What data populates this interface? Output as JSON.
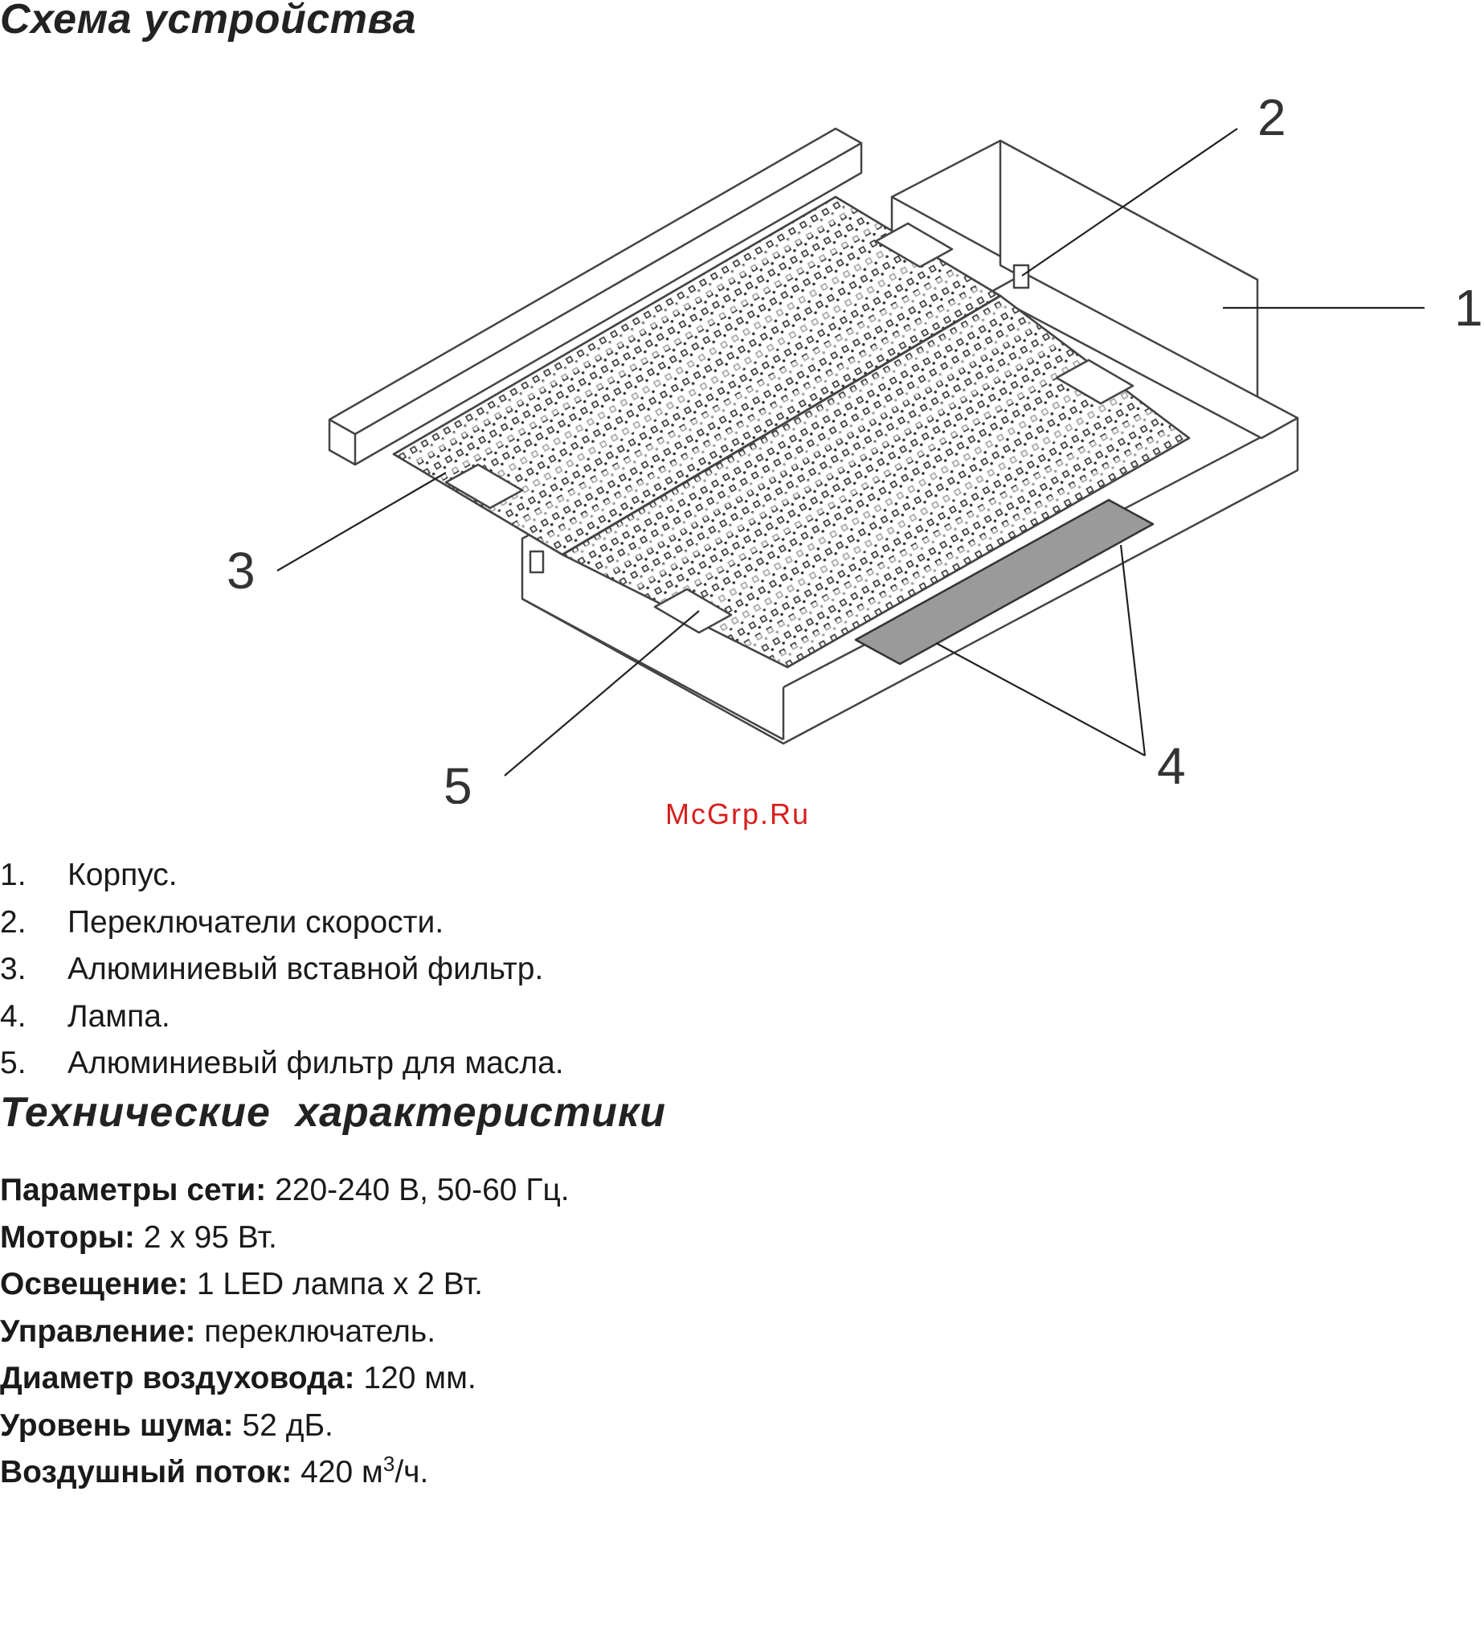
{
  "section_device": {
    "title": "Схема устройства"
  },
  "diagram": {
    "callouts": [
      "1",
      "2",
      "3",
      "4",
      "5"
    ]
  },
  "watermark": "McGrp.Ru",
  "parts": [
    {
      "num": "1.",
      "text": "Корпус."
    },
    {
      "num": "2.",
      "text": "Переключатели скорости."
    },
    {
      "num": "3.",
      "text": "Алюминиевый вставной фильтр."
    },
    {
      "num": "4.",
      "text": "Лампа."
    },
    {
      "num": "5.",
      "text": "Алюминиевый фильтр для масла."
    }
  ],
  "section_specs": {
    "title": "Технические  характеристики"
  },
  "specs": [
    {
      "label": "Параметры сети:",
      "value": " 220-240 В, 50-60 Гц."
    },
    {
      "label": "Моторы:",
      "value": " 2 х 95 Вт."
    },
    {
      "label": "Освещение:",
      "value": " 1 LED лампа х 2 Вт."
    },
    {
      "label": "Управление:",
      "value": " переключатель."
    },
    {
      "label": "Диаметр воздуховода:",
      "value": " 120 мм."
    },
    {
      "label": "Уровень шума:",
      "value": " 52 дБ."
    },
    {
      "label": "Воздушный поток:",
      "value": " 420 м",
      "sup": "3",
      "suffix": "/ч."
    }
  ]
}
